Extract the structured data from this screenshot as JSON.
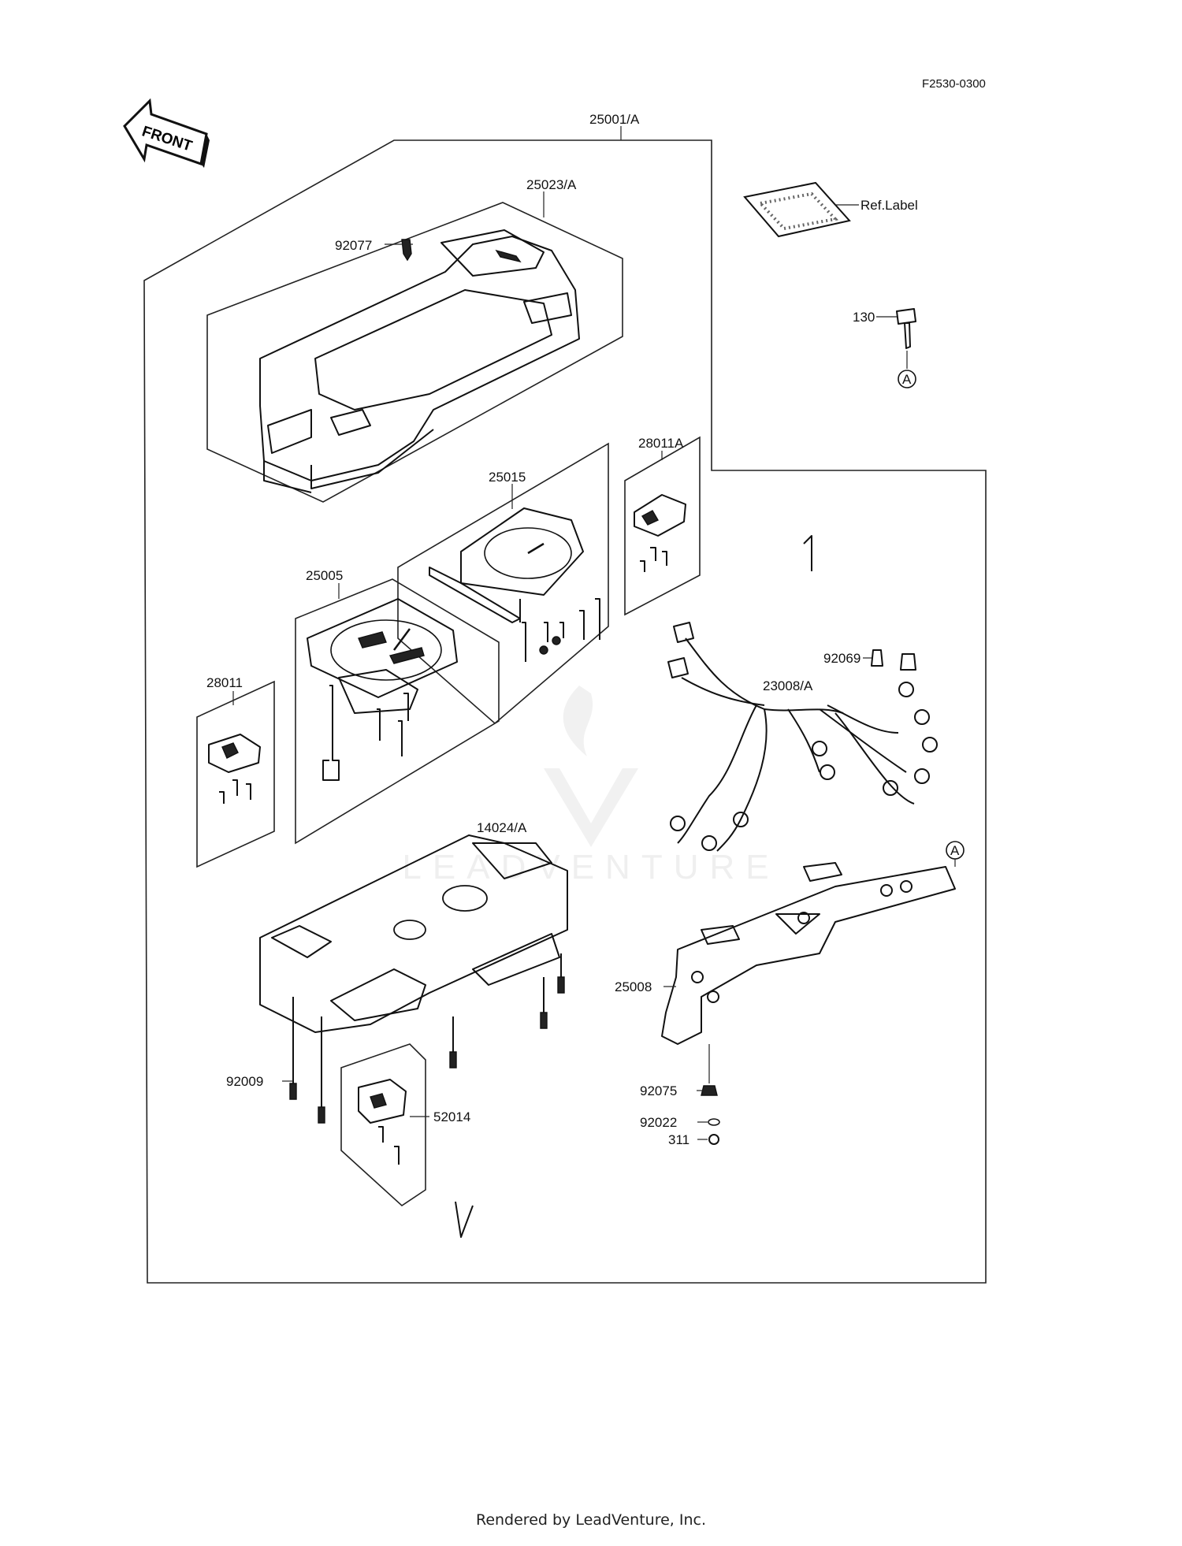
{
  "header": {
    "ref_code": "F2530-0300"
  },
  "front_marker": {
    "label": "FRONT"
  },
  "parts": {
    "p25001": "25001/A",
    "p25023": "25023/A",
    "p92077": "92077",
    "ref_label": "Ref.Label",
    "p130": "130",
    "ref_a_1": "A",
    "p28011a": "28011A",
    "p25015": "25015",
    "p25005": "25005",
    "p28011": "28011",
    "p92069": "92069",
    "p23008": "23008/A",
    "p14024": "14024/A",
    "ref_a_2": "A",
    "p25008": "25008",
    "p92009": "92009",
    "p52014": "52014",
    "p92075": "92075",
    "p92022": "92022",
    "p311": "311"
  },
  "watermark": {
    "text": "LEADVENTURE"
  },
  "footer": {
    "text": "Rendered by LeadVenture, Inc."
  },
  "colors": {
    "line": "#111111",
    "watermark": "#e6e6e6",
    "background": "#ffffff"
  }
}
